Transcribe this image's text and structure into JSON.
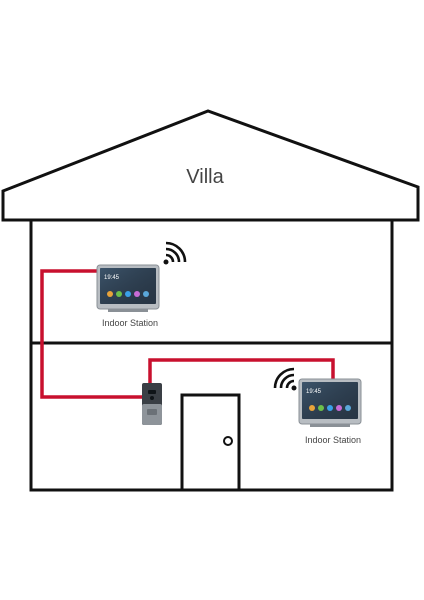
{
  "house": {
    "title": "Villa"
  },
  "upstairs_station": {
    "label": "Indoor Station",
    "screen_time": "19:45"
  },
  "downstairs_station": {
    "label": "Indoor Station",
    "screen_time": "19:45"
  },
  "colors": {
    "wall": "#111111",
    "cable": "#c8102e",
    "device_frame": "#9aa0a6",
    "screen": "#2b3a4a"
  },
  "icons": [
    "wifi-icon",
    "wifi-icon",
    "door-station-icon",
    "door-knob-icon"
  ]
}
